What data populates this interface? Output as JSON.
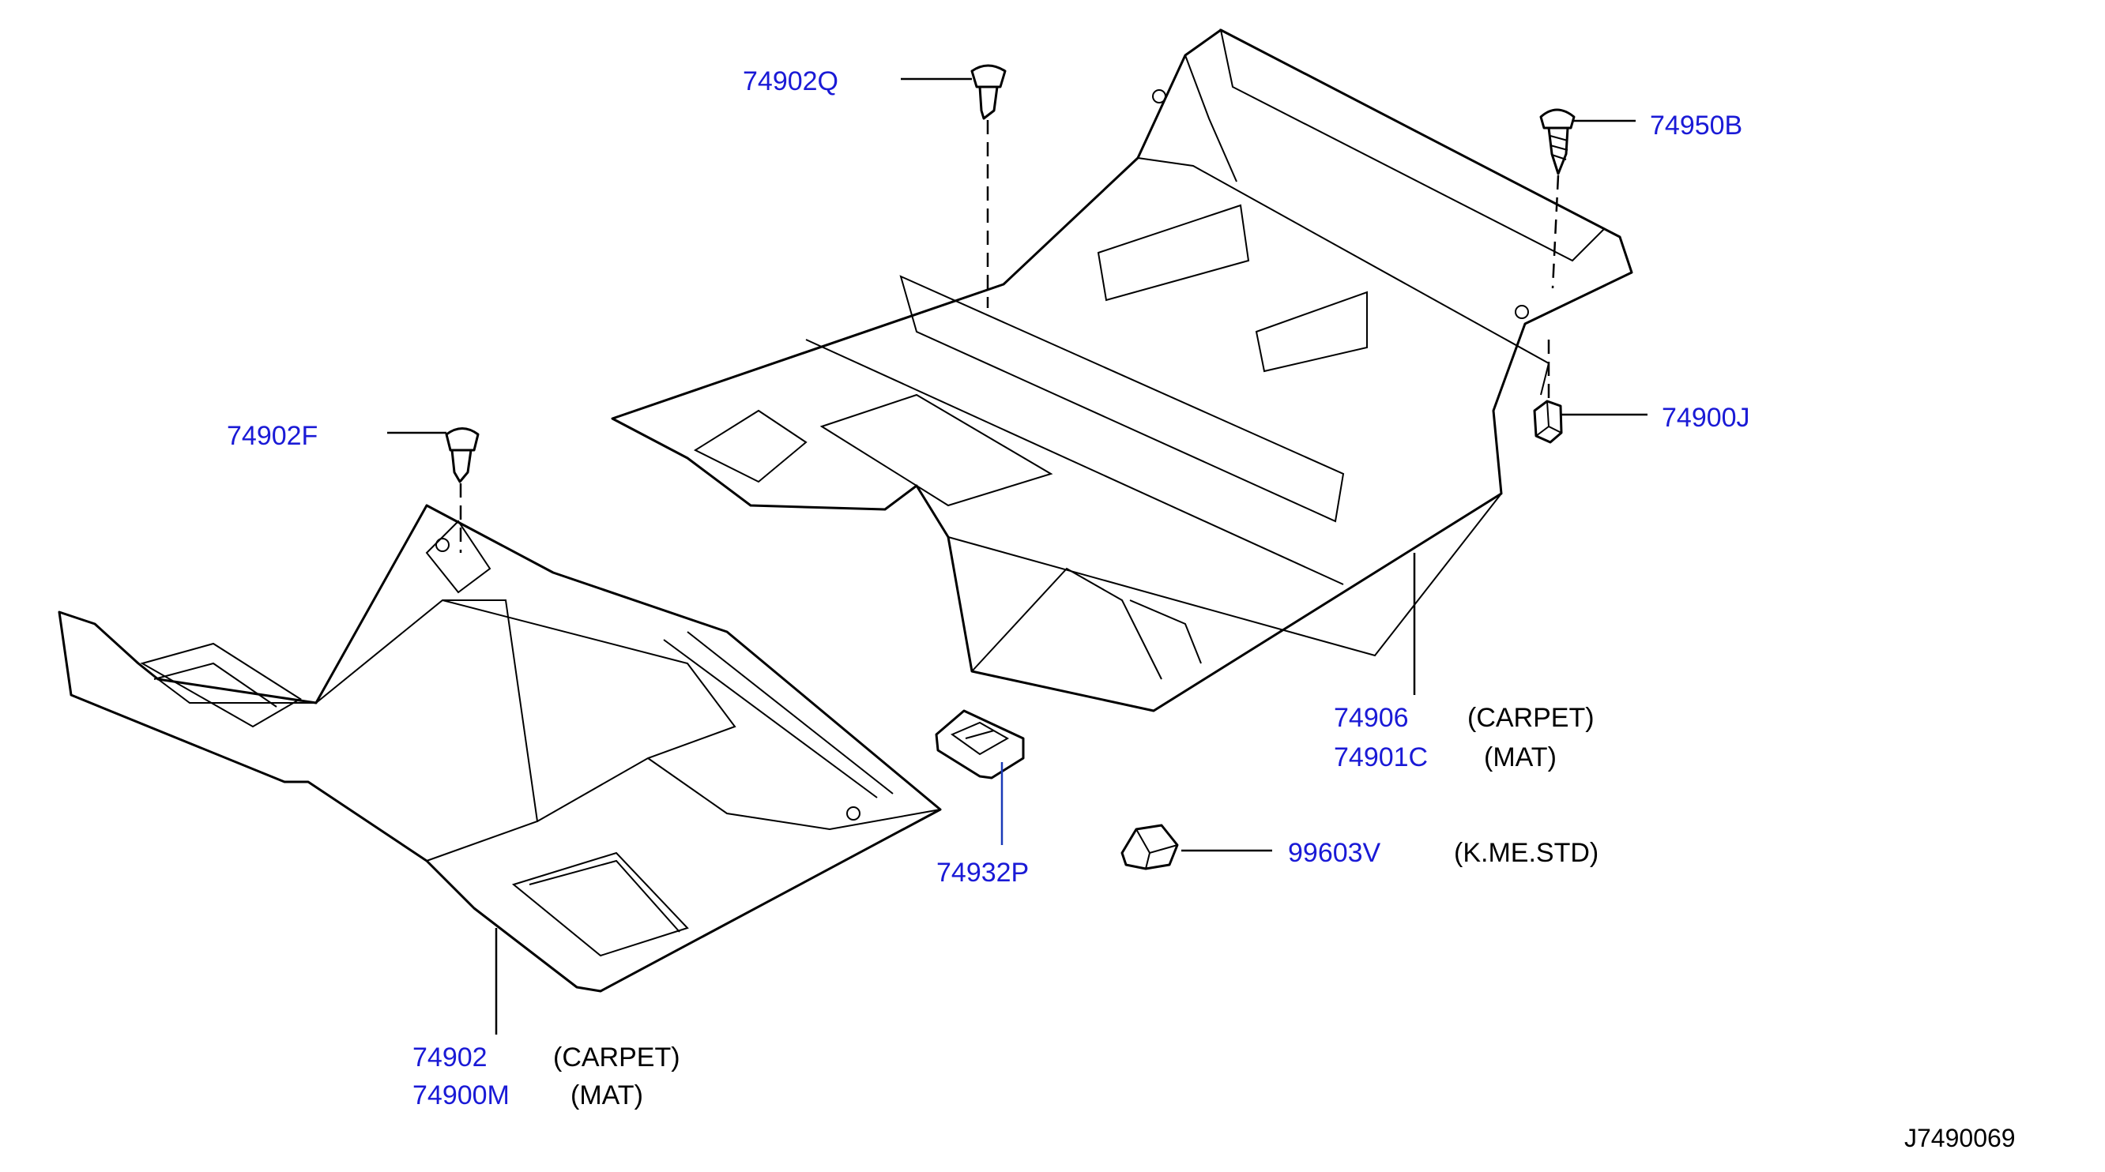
{
  "diagram": {
    "drawing_number": "J7490069",
    "callouts": [
      {
        "id": "c-74902q",
        "part_number": "74902Q"
      },
      {
        "id": "c-74950b",
        "part_number": "74950B"
      },
      {
        "id": "c-74900j",
        "part_number": "74900J"
      },
      {
        "id": "c-74902f",
        "part_number": "74902F"
      },
      {
        "id": "c-74906",
        "part_number": "74906",
        "description": "(CARPET)"
      },
      {
        "id": "c-74901c",
        "part_number": "74901C",
        "description": "(MAT)"
      },
      {
        "id": "c-74932p",
        "part_number": "74932P"
      },
      {
        "id": "c-99603v",
        "part_number": "99603V",
        "description": "(K.ME.STD)"
      },
      {
        "id": "c-74902",
        "part_number": "74902",
        "description": "(CARPET)"
      },
      {
        "id": "c-74900m",
        "part_number": "74900M",
        "description": "(MAT)"
      }
    ]
  },
  "colors": {
    "part_number": "#1a1ad6",
    "description": "#000000",
    "line": "#000000"
  }
}
